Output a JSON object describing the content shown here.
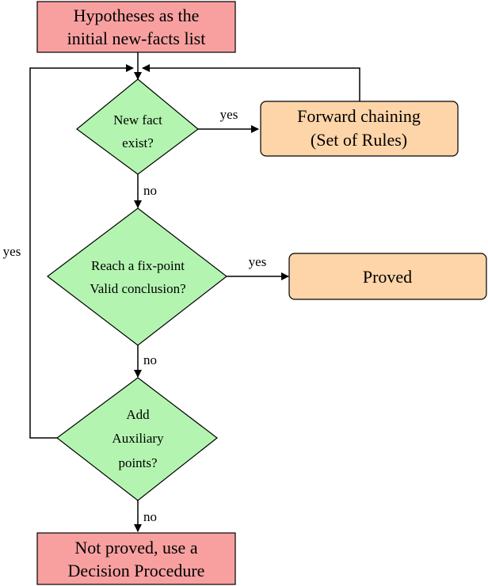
{
  "nodes": {
    "start": {
      "lines": [
        "Hypotheses as the",
        "initial new-facts list"
      ],
      "color": "#f8a0a0"
    },
    "decision_new_fact": {
      "lines": [
        "New fact",
        "exist?"
      ],
      "color": "#b3f5b0"
    },
    "forward_chaining": {
      "lines": [
        "Forward chaining",
        "(Set of Rules)"
      ],
      "color": "#fdd5a8"
    },
    "decision_fixpoint": {
      "lines": [
        "Reach a fix-point",
        "Valid conclusion?"
      ],
      "color": "#b3f5b0"
    },
    "proved": {
      "lines": [
        "Proved"
      ],
      "color": "#fdd5a8"
    },
    "decision_auxiliary": {
      "lines": [
        "Add",
        "Auxiliary",
        "points?"
      ],
      "color": "#b3f5b0"
    },
    "not_proved": {
      "lines": [
        "Not proved, use a",
        "Decision Procedure"
      ],
      "color": "#f8a0a0"
    }
  },
  "edge_labels": {
    "new_fact_yes": "yes",
    "new_fact_no": "no",
    "fixpoint_yes": "yes",
    "fixpoint_no": "no",
    "auxiliary_yes": "yes",
    "auxiliary_no": "no"
  }
}
